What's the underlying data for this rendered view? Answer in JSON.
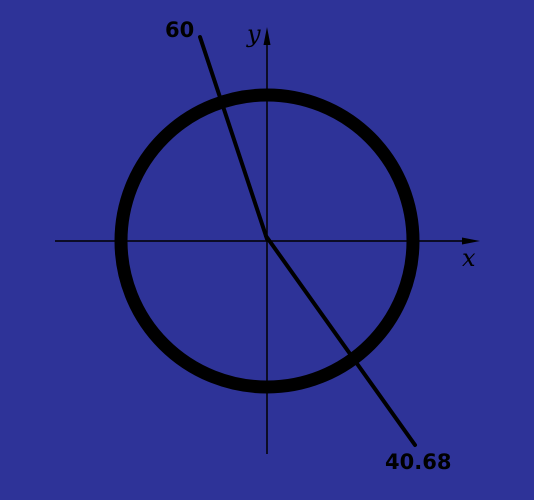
{
  "diagram": {
    "axes": {
      "x_label": "x",
      "y_label": "y"
    },
    "vectors": {
      "upper_value": "60",
      "lower_value": "40.68"
    }
  },
  "colors": {
    "background": "#2e3398",
    "ink": "#000000"
  }
}
